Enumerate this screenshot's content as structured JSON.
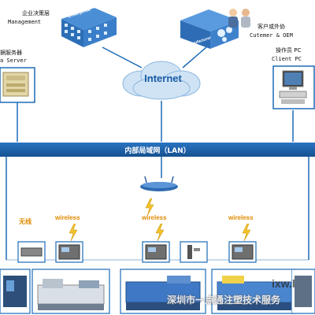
{
  "top": {
    "management_cn": "企业决策层",
    "management_en": "Management",
    "server_cn": "据服务器",
    "server_en": "a Server",
    "customer_cn": "客户或外协",
    "customer_en": "Cutemer & OEM",
    "client_cn": "操作员 PC",
    "client_en": "Client PC",
    "enterprise_sign": "Enterprise",
    "manufacturer_sign": "Manufacturer"
  },
  "cloud": {
    "label": "Internet"
  },
  "lan": {
    "label": "内部局域网（LAN）"
  },
  "wireless": {
    "label": "wireless",
    "wired_label": "无线"
  },
  "watermark": {
    "text": "深圳市一点通注塑技术服务",
    "brand": "ixw.l"
  },
  "colors": {
    "lan_bar": "#1d5fa8",
    "cloud": "#cfe3f5",
    "wireless_text": "#e08a00",
    "link_line": "#1c6bb8"
  }
}
